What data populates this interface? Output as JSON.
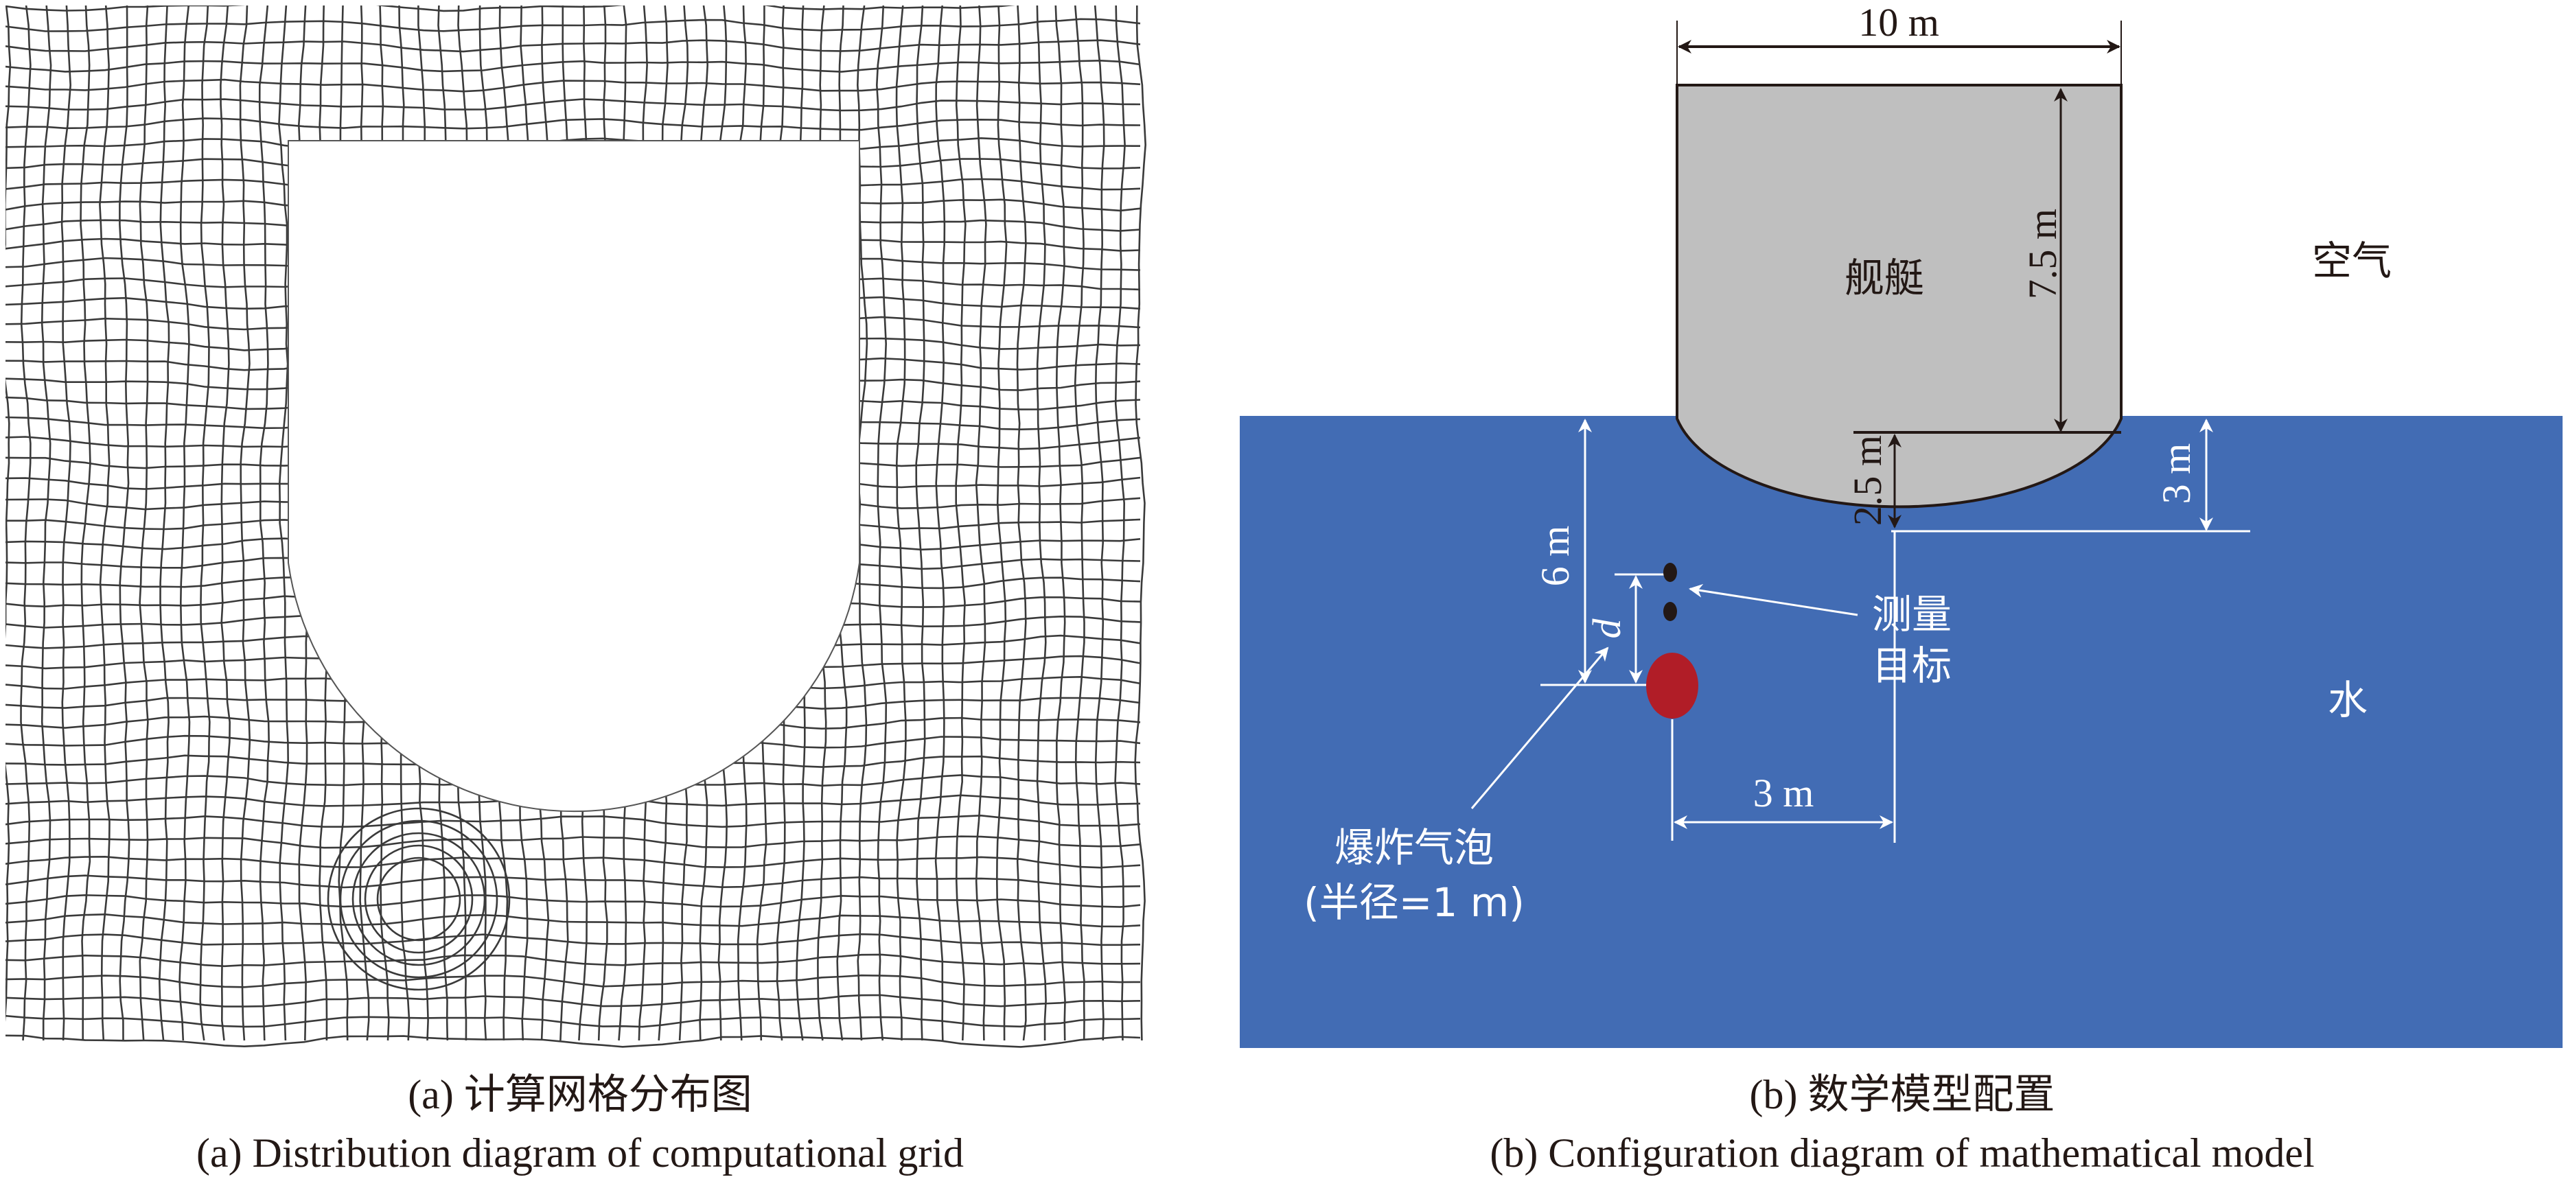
{
  "panel_a": {
    "caption_cn": "(a) 计算网格分布图",
    "caption_en": "(a) Distribution diagram of computational grid"
  },
  "panel_b": {
    "caption_cn": "(b) 数学模型配置",
    "caption_en": "(b) Configuration diagram of mathematical model",
    "labels": {
      "ship": "舰艇",
      "air": "空气",
      "water": "水",
      "targets": [
        "测量",
        "目标"
      ],
      "bubble": [
        "爆炸气泡",
        "(半径=1 m)"
      ]
    },
    "dimensions": {
      "width": "10 m",
      "hull_height": "7.5 m",
      "bottom_radius": "2.5 m",
      "draft": "3 m",
      "depth": "6 m",
      "distance": "d",
      "offset": "3 m"
    },
    "colors": {
      "water": "#426cb4",
      "ship": "#bfbfbf",
      "bubble": "#b11d27",
      "mesh": "#3a3a3a"
    }
  }
}
